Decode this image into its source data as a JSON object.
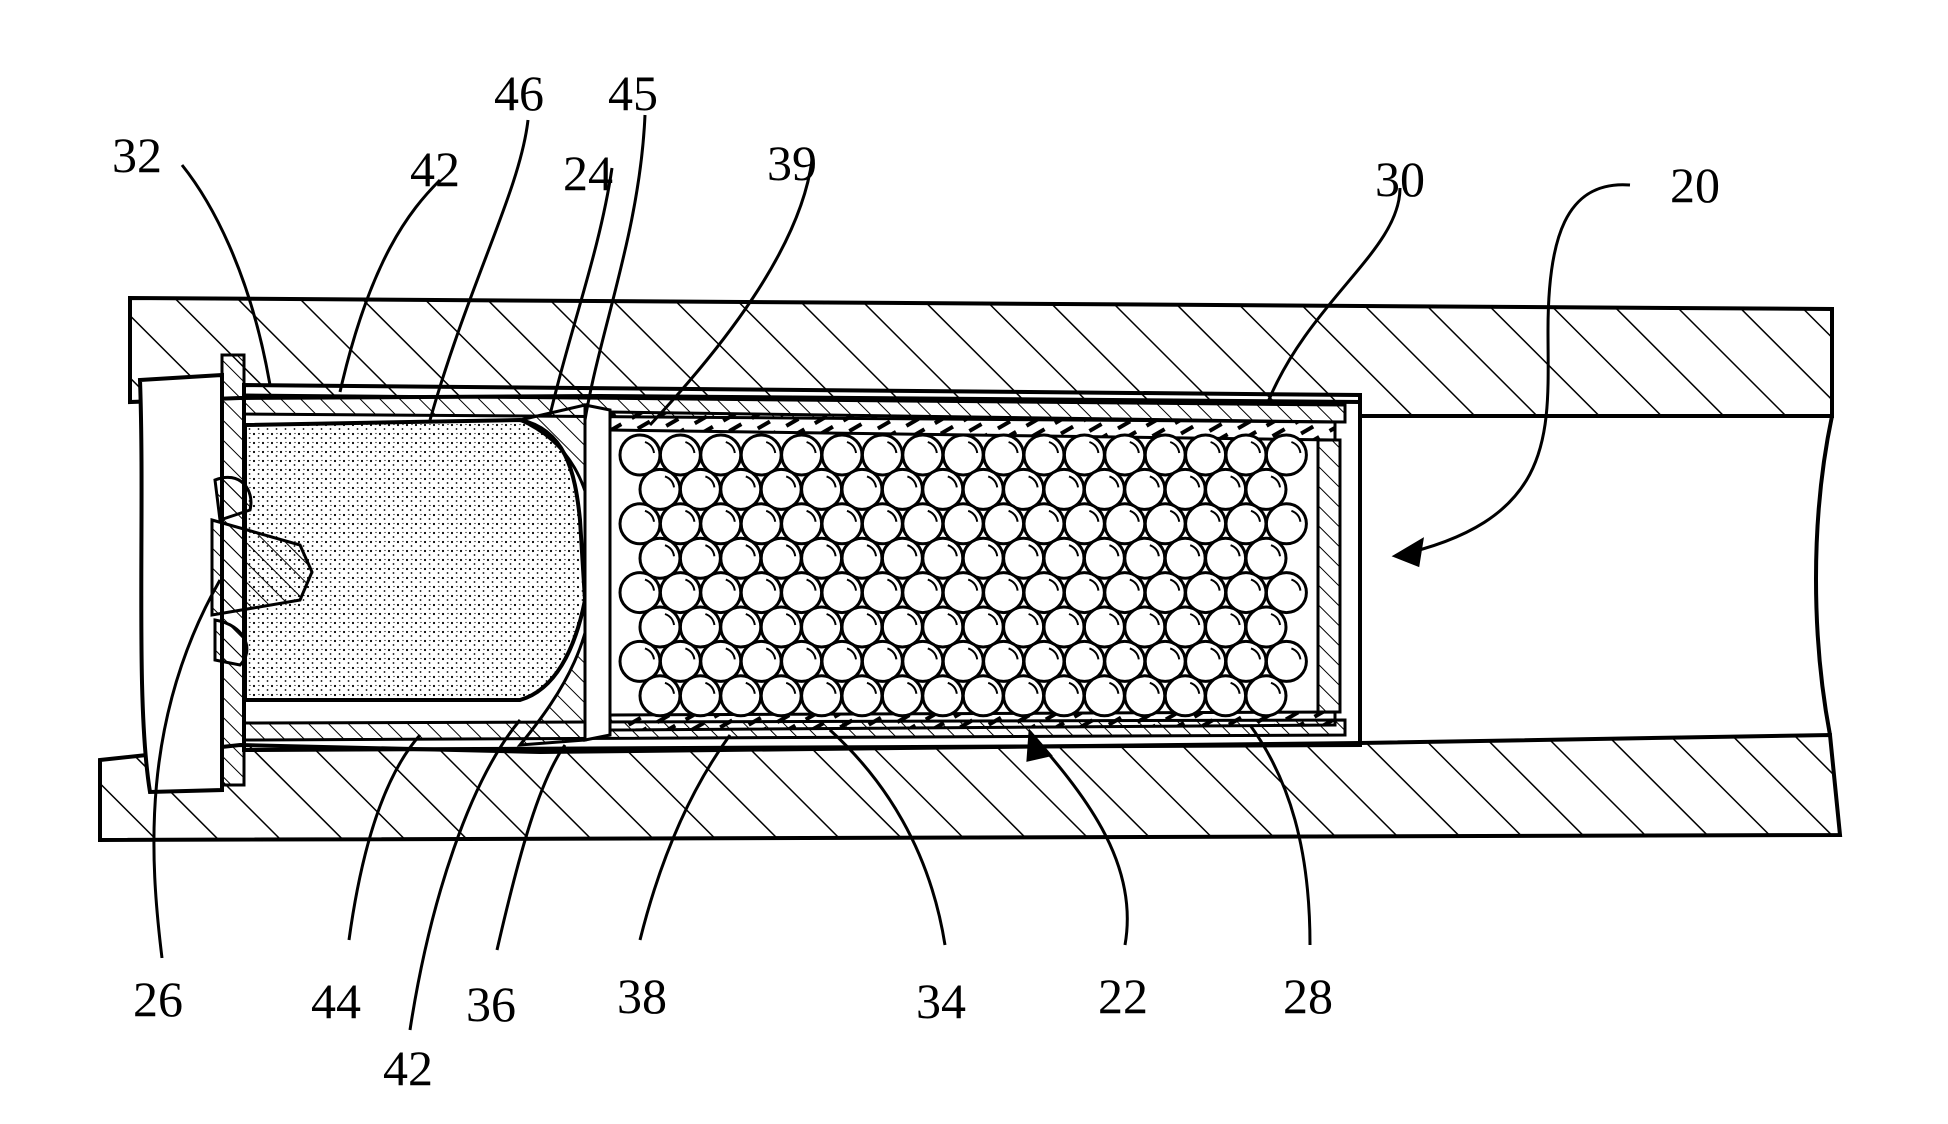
{
  "figure": {
    "colors": {
      "ink": "#000000",
      "paper": "#ffffff"
    },
    "reference_numerals": {
      "n20": "20",
      "n22": "22",
      "n24": "24",
      "n26": "26",
      "n28": "28",
      "n30": "30",
      "n32": "32",
      "n34": "34",
      "n36": "36",
      "n38": "38",
      "n39": "39",
      "n42_top": "42",
      "n42_bottom": "42",
      "n44": "44",
      "n45": "45",
      "n46": "46"
    }
  }
}
